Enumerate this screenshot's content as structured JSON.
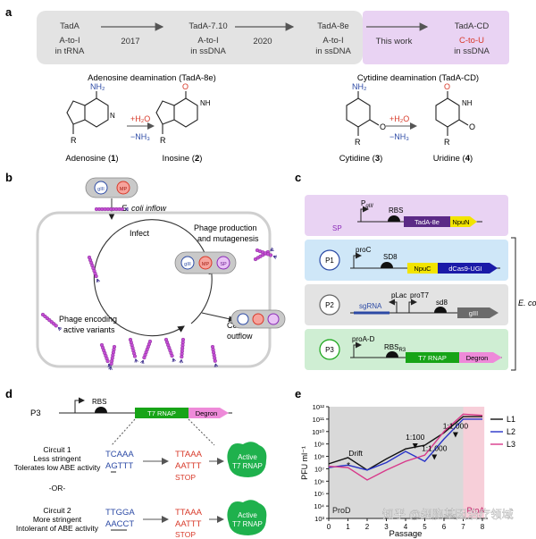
{
  "panel_labels": {
    "a": "a",
    "b": "b",
    "c": "c",
    "d": "d",
    "e": "e"
  },
  "panel_a": {
    "timeline": [
      {
        "name": "TadA",
        "line1": "A-to-I",
        "line2": "in tRNA"
      },
      {
        "name": "TadA-7.10",
        "line1": "A-to-I",
        "line2": "in ssDNA"
      },
      {
        "name": "TadA-8e",
        "line1": "A-to-I",
        "line2": "in ssDNA"
      },
      {
        "name": "TadA-CD",
        "line1": "C-to-U",
        "line2": "in ssDNA"
      }
    ],
    "arrow_labels": [
      "2017",
      "2020",
      "This work"
    ],
    "left_title": "Adenosine deamination (TadA-8e)",
    "right_title": "Cytidine deamination (TadA-CD)",
    "reagent_h2o": "+H₂O",
    "reagent_nh3": "−NH₃",
    "compounds": [
      {
        "name": "Adenosine",
        "num": "1"
      },
      {
        "name": "Inosine",
        "num": "2"
      },
      {
        "name": "Cytidine",
        "num": "3"
      },
      {
        "name": "Uridine",
        "num": "4"
      }
    ],
    "atoms": {
      "NH2": "NH₂",
      "N": "N",
      "NH": "NH",
      "O": "O",
      "R": "R"
    }
  },
  "panel_b": {
    "inflow": "E. coli inflow",
    "infect": "Infect",
    "production": [
      "Phage production",
      "and mutagenesis"
    ],
    "encoding": [
      "Phage encoding",
      "active variants"
    ],
    "constant": [
      "Constant",
      "outflow"
    ],
    "chips": {
      "g3": "gIII",
      "mp": "MP",
      "sp": "SP"
    }
  },
  "panel_c": {
    "sp": {
      "label": "SP",
      "promoter": "P",
      "promoter_sub": "gIII",
      "rbs": "RBS",
      "gene1": "TadA-8e",
      "gene2": "NpuN"
    },
    "p1": {
      "label": "P1",
      "promoter": "proC",
      "rbs": "SD8",
      "gene1": "NpuC",
      "gene2": "dCas9-UGI"
    },
    "p2": {
      "label": "P2",
      "guide": "sgRNA",
      "plac": "pLac",
      "prot7": "proT7",
      "sd8": "sd8",
      "gene": "gIII"
    },
    "p3": {
      "label": "P3",
      "promoter": "proA-D",
      "rbs": "RBS",
      "rbs_sub": "R3",
      "gene1": "T7 RNAP",
      "gene2": "Degron"
    },
    "host": "E. coli"
  },
  "panel_d": {
    "label": "P3",
    "rbs": "RBS",
    "gene1": "T7 RNAP",
    "gene2": "Degron",
    "circuit1": [
      "Circuit 1",
      "Less stringent",
      "Tolerates low ABE activity"
    ],
    "or_text": "-OR-",
    "circuit2": [
      "Circuit 2",
      "More stringent",
      "Intolerant of ABE activity"
    ],
    "c1_seq": {
      "top": "TCAAA",
      "bottom": "AGTTT",
      "top_after": "TTAAA",
      "bottom_after": "AATTT"
    },
    "c2_seq": {
      "top": "TTGGA",
      "bottom": "AACCT",
      "top_after": "TTAAA",
      "bottom_after": "AATTT"
    },
    "stop": "STOP",
    "active": [
      "Active",
      "T7 RNAP"
    ]
  },
  "colors": {
    "lavender": "#e9d3f3",
    "sky": "#cfe7f8",
    "mint": "#cfeed3",
    "gray_box": "#e3e3e3",
    "purple_gene": "#5b2a86",
    "yellow_gene": "#f2e400",
    "blue_gene": "#1a1aa8",
    "green_gene": "#17a417",
    "pink_gene": "#ee8ad9",
    "red_text": "#d83a2a",
    "blue_text": "#2c4aa5",
    "green_blob": "#1fb14d",
    "pink_phage": "#c44fd3"
  },
  "chart_data": {
    "type": "line",
    "ylabel": "PFU ml⁻¹",
    "xlabel": "Passage",
    "x": [
      0,
      1,
      2,
      3,
      4,
      5,
      6,
      7,
      8
    ],
    "xticks": [
      "0",
      "1",
      "2",
      "3",
      "4",
      "5",
      "6",
      "7",
      "8"
    ],
    "yticks": [
      {
        "exp": 3,
        "label": "10³"
      },
      {
        "exp": 4,
        "label": "10⁴"
      },
      {
        "exp": 5,
        "label": "10⁵"
      },
      {
        "exp": 6,
        "label": "10⁶"
      },
      {
        "exp": 7,
        "label": "10⁷"
      },
      {
        "exp": 8,
        "label": "10⁸"
      },
      {
        "exp": 9,
        "label": "10⁹"
      },
      {
        "exp": 10,
        "label": "10¹⁰"
      },
      {
        "exp": 11,
        "label": "10¹¹"
      },
      {
        "exp": 12,
        "label": "10¹²"
      }
    ],
    "ylim_exp": [
      3,
      12
    ],
    "series": [
      {
        "name": "L1",
        "color": "#111111",
        "log10_values": [
          7.4,
          7.9,
          6.9,
          7.8,
          8.6,
          8.9,
          9.9,
          11.2,
          11.2
        ]
      },
      {
        "name": "L2",
        "color": "#2832c8",
        "log10_values": [
          7.1,
          7.3,
          6.9,
          7.5,
          8.4,
          7.6,
          9.4,
          11.0,
          11.0
        ]
      },
      {
        "name": "L3",
        "color": "#d8388a",
        "log10_values": [
          7.2,
          7.1,
          6.1,
          6.9,
          7.6,
          8.1,
          10.0,
          11.4,
          11.3
        ]
      }
    ],
    "regions": [
      {
        "label": "ProD",
        "from": 0,
        "to": 7,
        "color": "#d9d9d9"
      },
      {
        "label": "ProA",
        "from": 7,
        "to": 8.1,
        "color": "#f7cfd9"
      }
    ],
    "annotations": [
      {
        "text": "Drift",
        "x": 1.4,
        "exp": 7.6
      },
      {
        "text": "1:100",
        "x": 4.5,
        "exp": 8.9
      },
      {
        "text": "1:1,000",
        "x": 5.5,
        "exp": 8.0
      },
      {
        "text": "1:1,000",
        "x": 6.6,
        "exp": 9.8
      }
    ],
    "legend": "right"
  },
  "watermark": "知乎 @细胞基因治疗领域"
}
